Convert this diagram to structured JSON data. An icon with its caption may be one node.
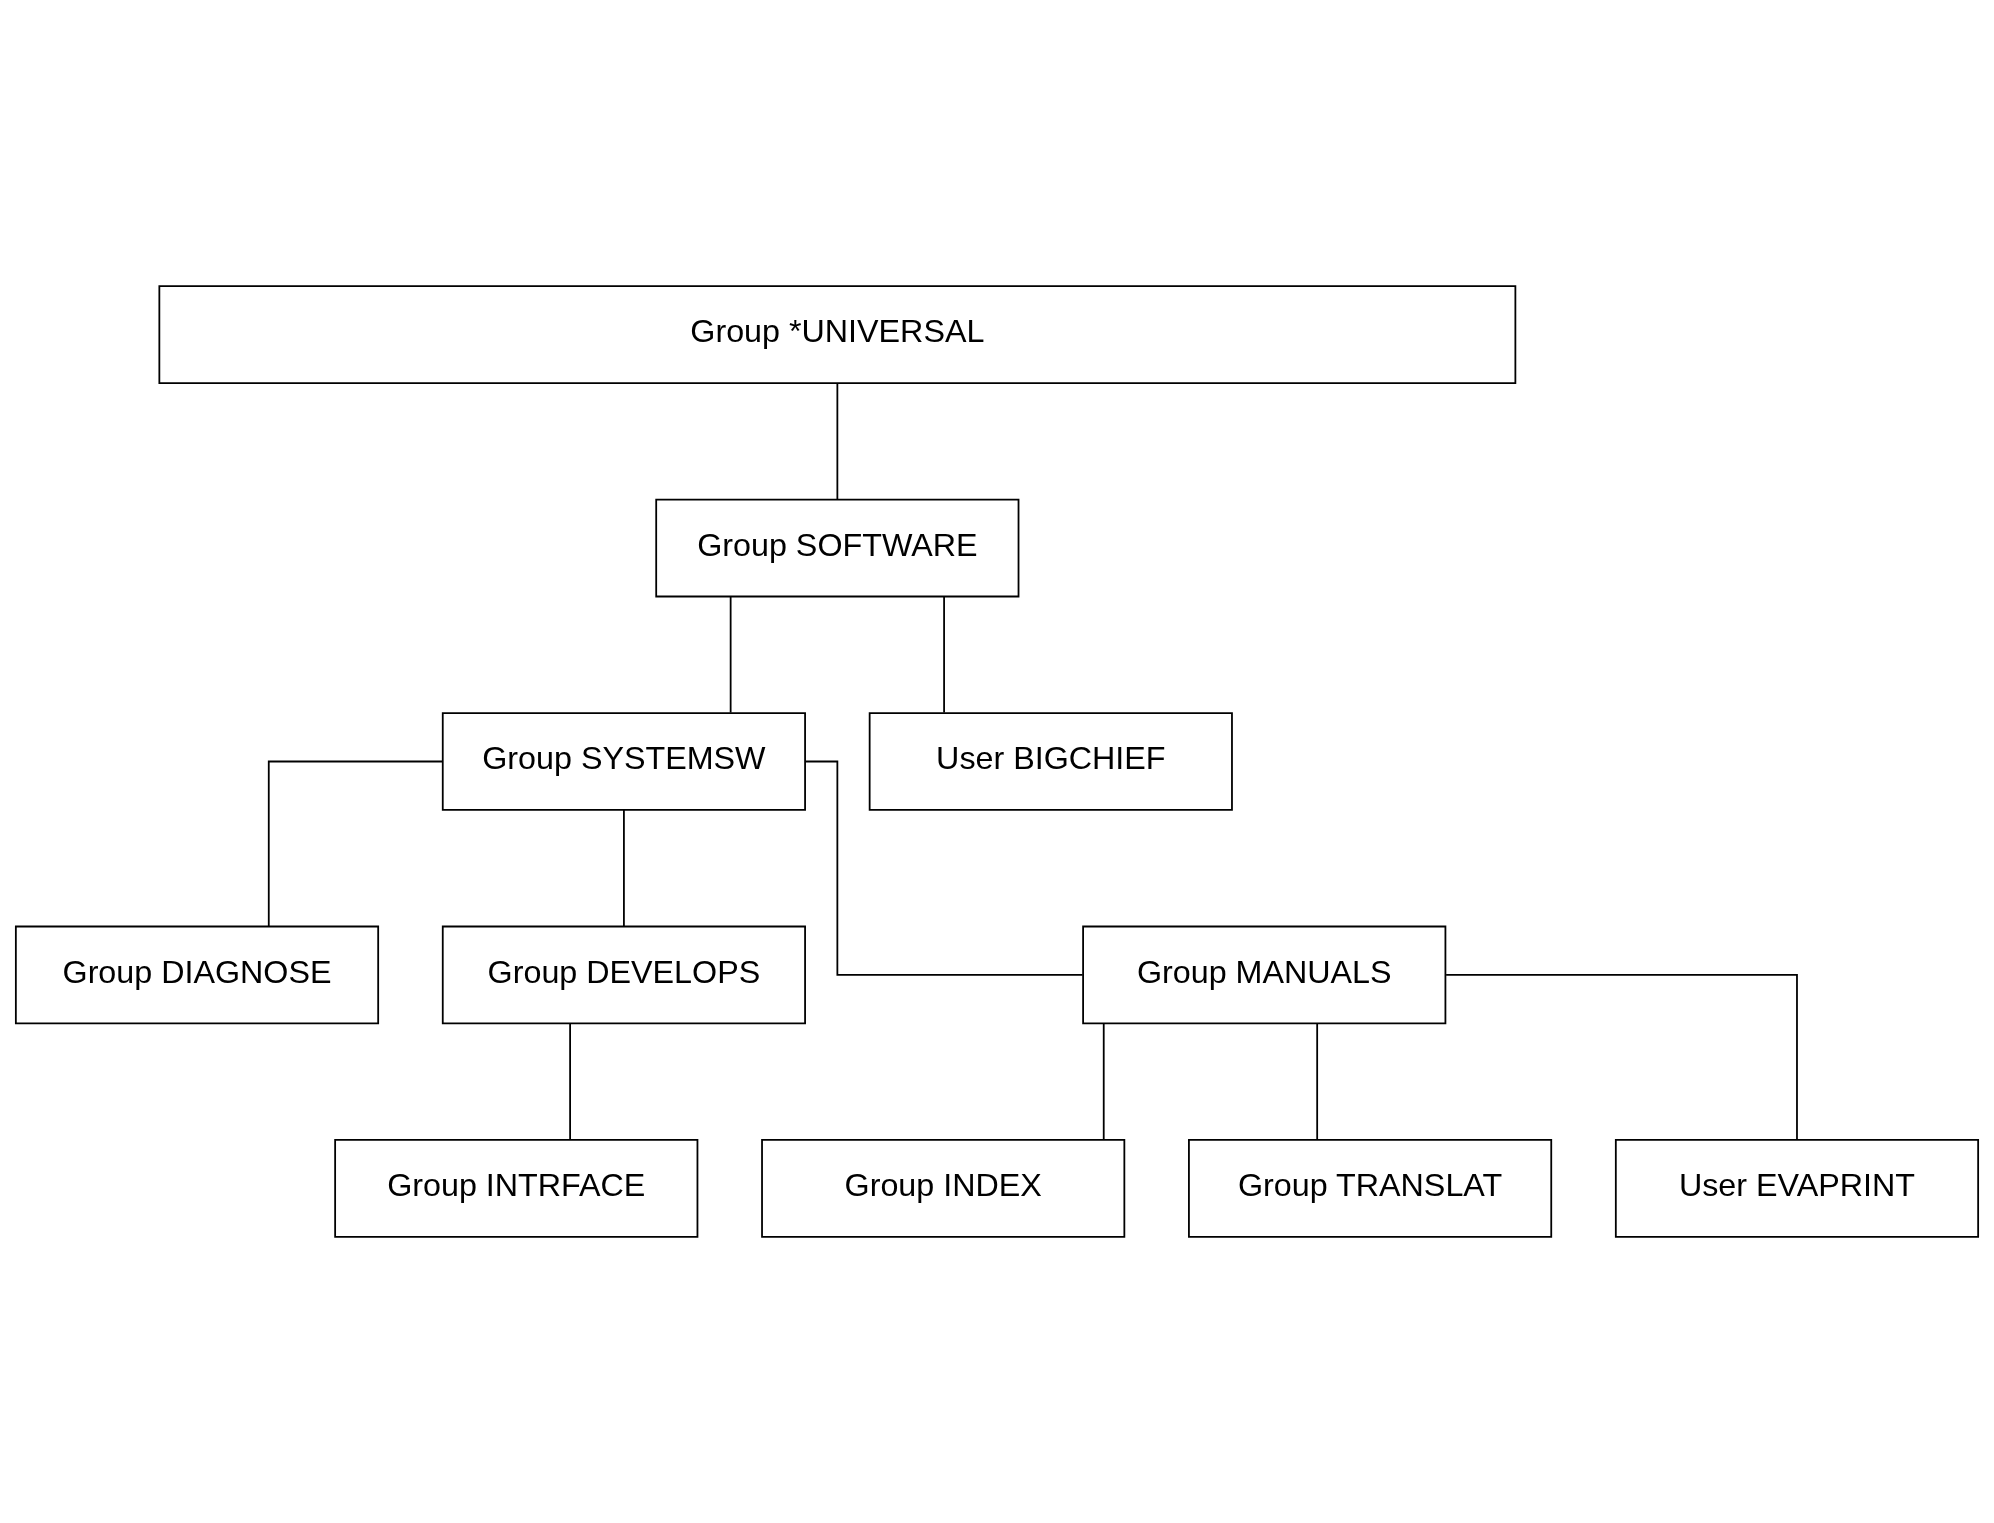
{
  "diagram": {
    "nodes": [
      {
        "text": [
          "Group *UNIVERSAL"
        ]
      },
      {
        "text": [
          "Group SOFTWARE"
        ]
      },
      {
        "text": [
          "Group SYSTEMSW"
        ]
      },
      {
        "text": [
          "User BIGCHIEF"
        ]
      },
      {
        "text": [
          "Group DIAGNOSE"
        ]
      },
      {
        "text": [
          "Group DEVELOPS"
        ]
      },
      {
        "text": [
          "Group MANUALS"
        ]
      },
      {
        "text": [
          "Group INTRFACE"
        ]
      },
      {
        "text": [
          "Group INDEX"
        ]
      },
      {
        "text": [
          "Group TRANSLAT"
        ]
      },
      {
        "text": [
          "User EVAPRINT"
        ]
      }
    ],
    "edges": [
      {
        "from": 0,
        "to": 1,
        "arrow": "none"
      },
      {
        "from": 1,
        "to": 2,
        "arrow": "none"
      },
      {
        "from": 1,
        "to": 3,
        "arrow": "none"
      },
      {
        "from": 2,
        "to": 4,
        "arrow": "none"
      },
      {
        "from": 2,
        "to": 5,
        "arrow": "none"
      },
      {
        "from": 2,
        "to": 6,
        "arrow": "none"
      },
      {
        "from": 5,
        "to": 7,
        "arrow": "none"
      },
      {
        "from": 6,
        "to": 8,
        "arrow": "none"
      },
      {
        "from": 6,
        "to": 9,
        "arrow": "none"
      },
      {
        "from": 6,
        "to": 10,
        "arrow": "none"
      }
    ]
  }
}
